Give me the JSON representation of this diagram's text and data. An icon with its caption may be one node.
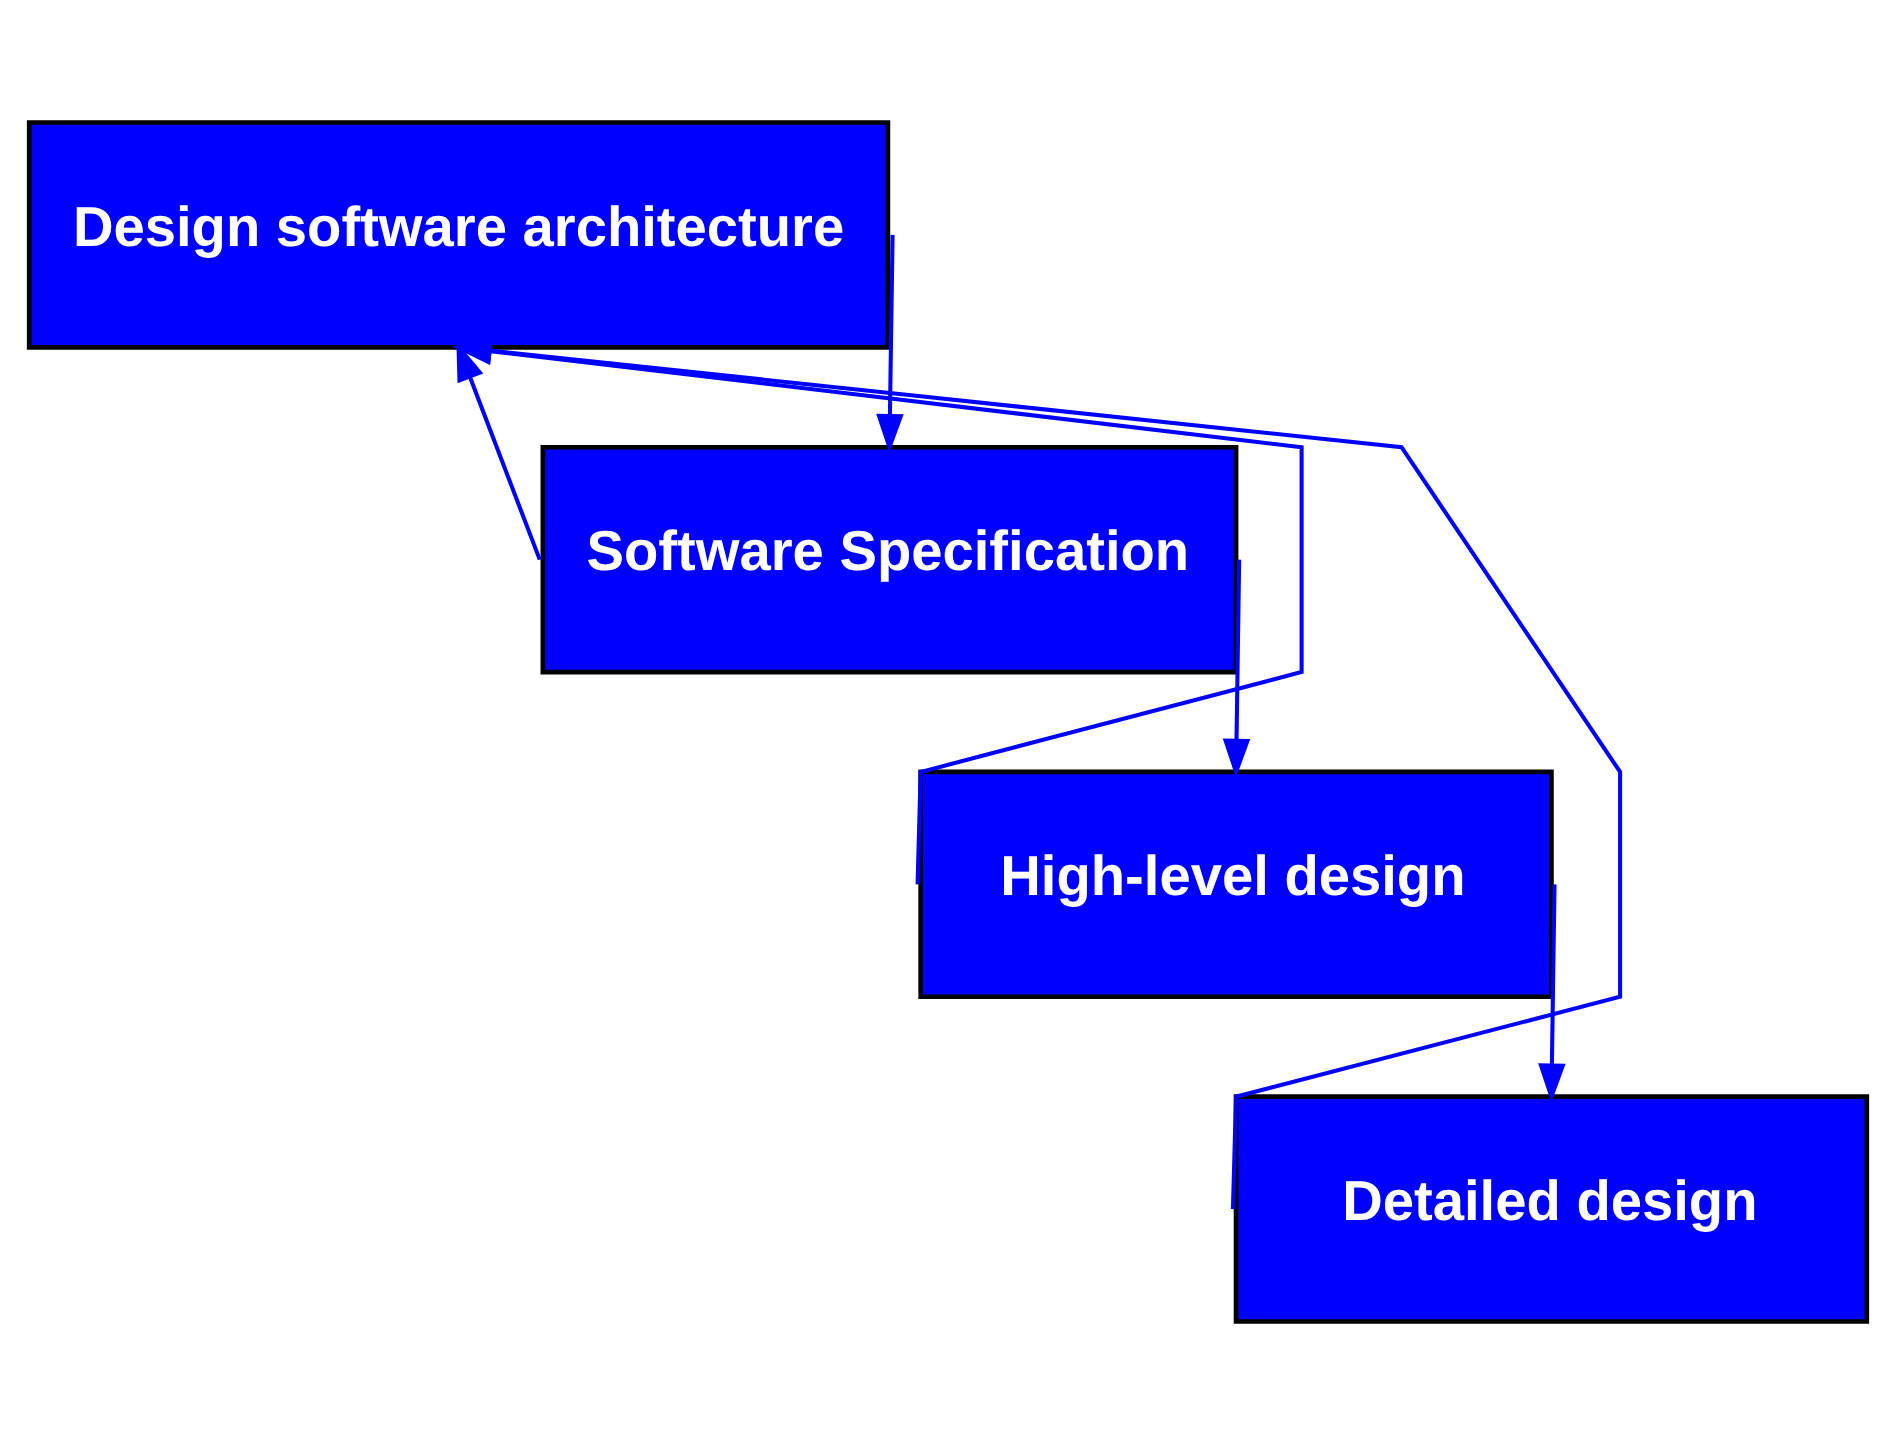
{
  "diagram": {
    "nodes": [
      {
        "text": [
          "Design software architecture"
        ]
      },
      {
        "text": [
          "Software Specification"
        ]
      },
      {
        "text": [
          "High-level design"
        ]
      },
      {
        "text": [
          "Detailed design"
        ]
      }
    ],
    "edges": [
      {
        "from": 0,
        "to": 1,
        "arrow": "to"
      },
      {
        "from": 1,
        "to": 2,
        "arrow": "to"
      },
      {
        "from": 2,
        "to": 3,
        "arrow": "to"
      },
      {
        "from": 1,
        "to": 0,
        "arrow": "to"
      },
      {
        "from": 2,
        "to": 0,
        "arrow": "to"
      },
      {
        "from": 3,
        "to": 0,
        "arrow": "to"
      }
    ]
  }
}
